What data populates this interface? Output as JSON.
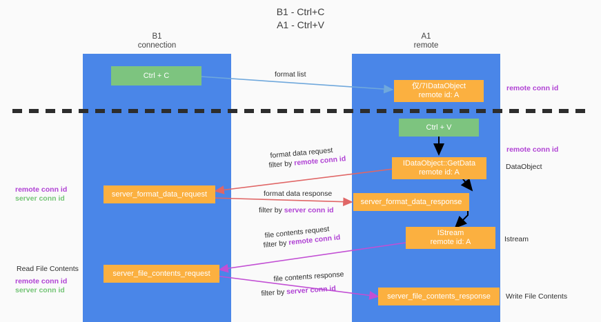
{
  "title": "B1 - Ctrl+C\nA1 - Ctrl+V",
  "columns": {
    "left": {
      "header": "B1\nconnection",
      "color": "#4a86e8"
    },
    "right": {
      "header": "A1\nremote",
      "color": "#4a86e8"
    }
  },
  "colors": {
    "lane": "#4a86e8",
    "green_node": "#7dc47f",
    "orange_node": "#fbb040",
    "purple_label": "#b042d4",
    "green_label": "#74c476",
    "arrow_blue": "#6fa8dc",
    "arrow_red": "#e06666",
    "arrow_magenta": "#c24fd4",
    "arrow_black": "#000000",
    "background": "#fafafa"
  },
  "nodes": [
    {
      "id": "ctrl-c",
      "text": "Ctrl + C",
      "style": "green"
    },
    {
      "id": "idataobject-remote",
      "text": "仅/7IDataObject\nremote id: A",
      "style": "orange"
    },
    {
      "id": "ctrl-v",
      "text": "Ctrl + V",
      "style": "green"
    },
    {
      "id": "idataobject-getdata",
      "text": "IDataObject::GetData\nremote id: A",
      "style": "orange"
    },
    {
      "id": "server-format-data-request",
      "text": "server_format_data_request",
      "style": "orange"
    },
    {
      "id": "server-format-data-response",
      "text": "server_format_data_response",
      "style": "orange"
    },
    {
      "id": "istream",
      "text": "IStream\nremote id: A",
      "style": "orange"
    },
    {
      "id": "server-file-contents-request",
      "text": "server_file_contents_request",
      "style": "orange"
    },
    {
      "id": "server-file-contents-response",
      "text": "server_file_contents_response",
      "style": "orange"
    }
  ],
  "edge_labels": {
    "format_list": "format list",
    "format_data_request": "format data request",
    "format_data_request_filter_prefix": "filter by ",
    "format_data_request_filter_value": "remote conn id",
    "format_data_response": "format data response",
    "format_data_response_filter_prefix": "filter by ",
    "format_data_response_filter_value": "server conn id",
    "file_contents_request": "file contents request",
    "file_contents_request_filter_prefix": "filter by ",
    "file_contents_request_filter_value": "remote conn id",
    "file_contents_response": "file contents response",
    "file_contents_response_filter_prefix": "filter by ",
    "file_contents_response_filter_value": "server conn id"
  },
  "side_labels": {
    "right_remote_conn_id_top": "remote conn id",
    "right_remote_conn_id_mid": "remote conn id",
    "right_dataobject": "DataObject",
    "right_istream": "Istream",
    "right_write_file_contents": "Write File Contents",
    "left_remote_conn_id": "remote conn id",
    "left_server_conn_id": "server conn id",
    "left_read_file_contents": "Read File Contents",
    "left_remote_conn_id_2": "remote conn id",
    "left_server_conn_id_2": "server conn id"
  }
}
